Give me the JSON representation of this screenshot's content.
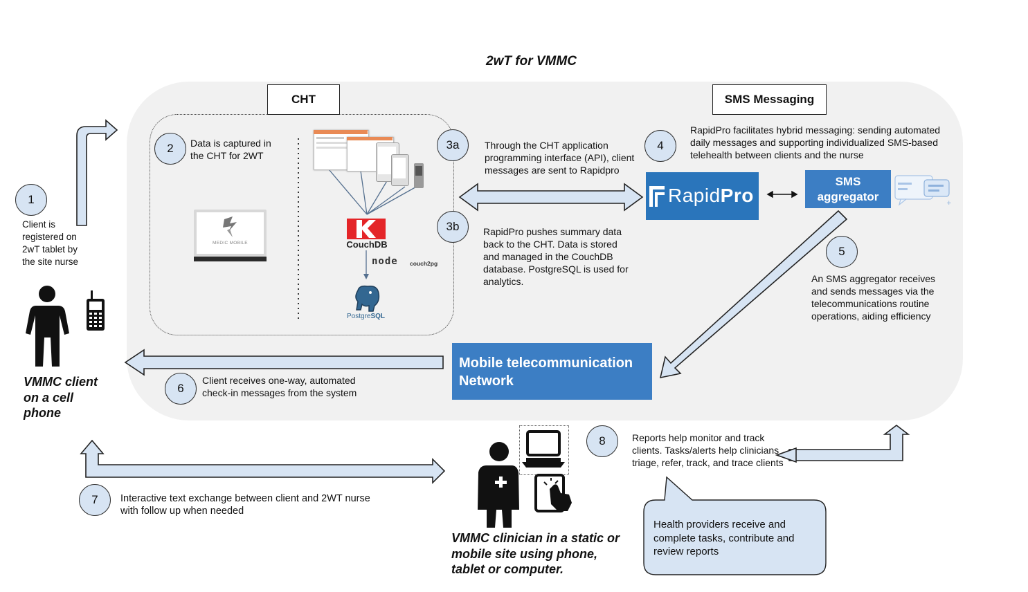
{
  "title": "2wT for VMMC",
  "boxes": {
    "cht": "CHT",
    "sms_messaging": "SMS Messaging",
    "sms_aggregator": "SMS aggregator",
    "network": "Mobile telecommunication Network"
  },
  "logos": {
    "medic_mobile": "MEDIC MOBILE",
    "couchdb": "CouchDB",
    "node": "node",
    "couch2pg": "couch2pg",
    "postgresql_a": "Postgre",
    "postgresql_b": "SQL",
    "rapidpro_a": "Rapid",
    "rapidpro_b": "Pro"
  },
  "steps": [
    {
      "num": "1",
      "text": "Client is registered on 2wT  tablet by the site nurse"
    },
    {
      "num": "2",
      "text": "Data is captured in the CHT for 2WT"
    },
    {
      "num": "3a",
      "text": "Through the CHT application programming interface (API), client messages are sent to Rapidpro"
    },
    {
      "num": "3b",
      "text": "RapidPro pushes summary data back to the CHT. Data is stored and managed in the CouchDB database. PostgreSQL is used for analytics."
    },
    {
      "num": "4",
      "text": "RapidPro facilitates hybrid messaging: sending automated daily messages and supporting individualized SMS-based telehealth between clients and the nurse"
    },
    {
      "num": "5",
      "text": "An SMS aggregator receives and sends messages via the telecommunications routine operations, aiding efficiency"
    },
    {
      "num": "6",
      "text": "Client receives one-way, automated check-in messages  from the system"
    },
    {
      "num": "7",
      "text": "Interactive text exchange between client and 2WT nurse with follow up when needed"
    },
    {
      "num": "8",
      "text": "Reports help monitor and track clients. Tasks/alerts help clinicians triage, refer, track, and trace clients"
    }
  ],
  "client_label": "VMMC client on a cell phone",
  "clinician_label": "VMMC clinician in a static or mobile site using phone, tablet or computer.",
  "callout": "Health providers receive and complete tasks, contribute and review reports",
  "colors": {
    "arrow_fill": "#d7e4f3",
    "panel": "#f1f1f1",
    "blue_box": "#3c7ec4",
    "rapidpro": "#2a75bb"
  }
}
